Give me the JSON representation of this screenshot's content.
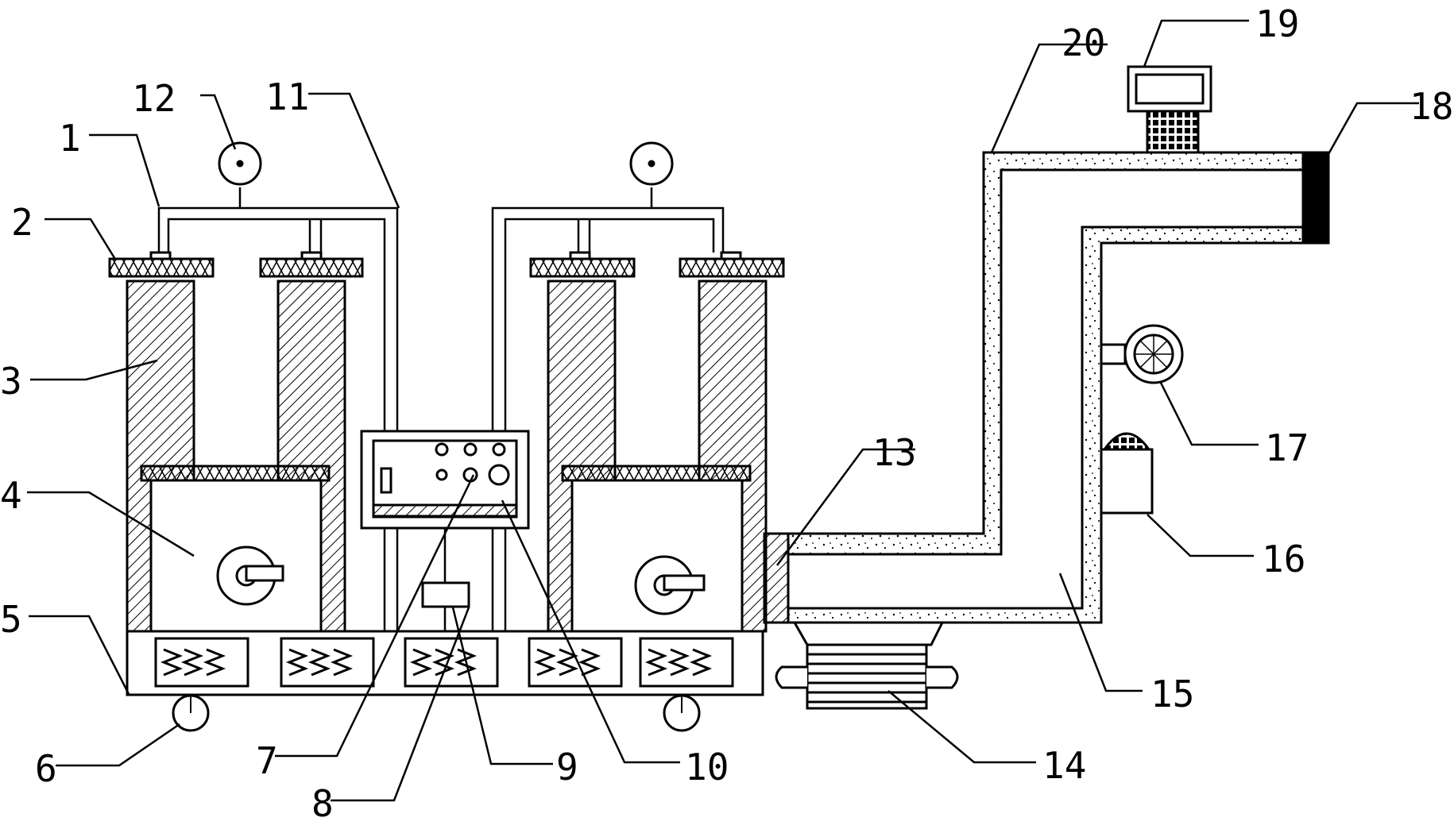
{
  "labels": {
    "l1": "1",
    "l2": "2",
    "l3": "3",
    "l4": "4",
    "l5": "5",
    "l6": "6",
    "l7": "7",
    "l8": "8",
    "l9": "9",
    "l10": "10",
    "l11": "11",
    "l12": "12",
    "l13": "13",
    "l14": "14",
    "l15": "15",
    "l16": "16",
    "l17": "17",
    "l18": "18",
    "l19": "19",
    "l20": "20"
  },
  "colors": {
    "line": "#000000",
    "background": "#ffffff"
  }
}
